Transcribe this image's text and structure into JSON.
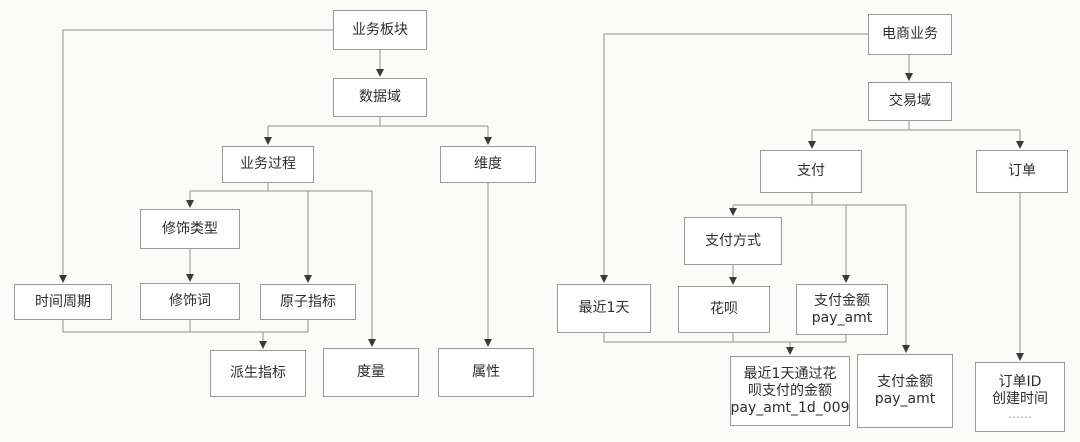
{
  "left_tree": {
    "business_segment": "业务板块",
    "data_domain": "数据域",
    "business_process": "业务过程",
    "dimension": "维度",
    "modifier_type": "修饰类型",
    "time_period": "时间周期",
    "modifier": "修饰词",
    "atomic_metric": "原子指标",
    "derived_metric": "派生指标",
    "measure": "度量",
    "attribute": "属性"
  },
  "right_tree": {
    "ecommerce": "电商业务",
    "trade_domain": "交易域",
    "payment": "支付",
    "order": "订单",
    "payment_method": "支付方式",
    "last_1_day": "最近1天",
    "huabei": "花呗",
    "pay_amount": {
      "line1": "支付金额",
      "line2": "pay_amt"
    },
    "derived_example": {
      "line1": "最近1天通过花",
      "line2": "呗支付的金额",
      "line3": "pay_amt_1d_009"
    },
    "pay_amount_measure": {
      "line1": "支付金额",
      "line2": "pay_amt"
    },
    "order_attrs": {
      "line1": "订单ID",
      "line2": "创建时间",
      "line3": "……"
    }
  },
  "colors": {
    "line": "#8f8f8f",
    "arrow": "#3a3a3a",
    "border": "#9a9a9a"
  }
}
